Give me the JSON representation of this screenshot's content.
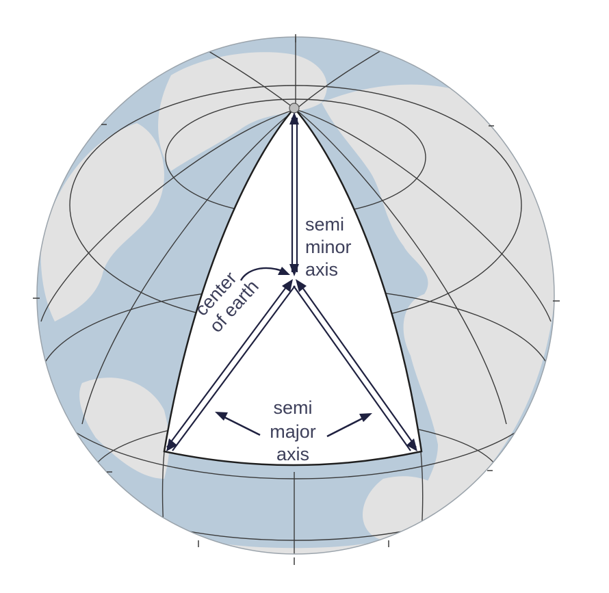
{
  "labels": {
    "semi_minor_line1": "semi",
    "semi_minor_line2": "minor",
    "semi_minor_line3": "axis",
    "center_line1": "center",
    "center_line2": "of earth",
    "semi_major_line1": "semi",
    "semi_major_line2": "major",
    "semi_major_line3": "axis"
  },
  "colors": {
    "ocean": "#b9cbda",
    "land": "#e2e2e2",
    "graticule": "#3a3a3a",
    "arrow": "#1f2140",
    "label_text": "#3d3f5a",
    "cutaway": "#ffffff"
  }
}
